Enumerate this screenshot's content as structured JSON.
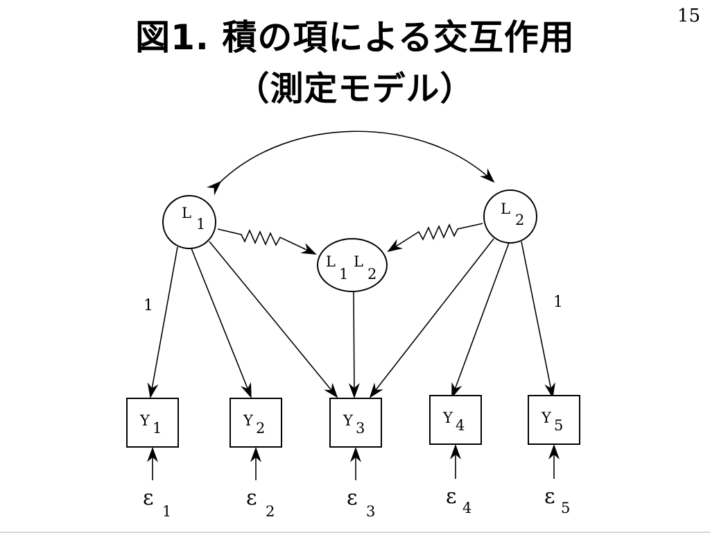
{
  "slide": {
    "title_line1": "図1. 積の項による交互作用",
    "title_line2": "（測定モデル）",
    "page_number": "15"
  },
  "diagram": {
    "latent": [
      {
        "id": "L1",
        "base": "L",
        "sub": "1"
      },
      {
        "id": "L2",
        "base": "L",
        "sub": "2"
      },
      {
        "id": "L1L2",
        "base1": "L",
        "sub1": "1",
        "base2": "L",
        "sub2": "2"
      }
    ],
    "indicators": [
      {
        "id": "Y1",
        "base": "Y",
        "sub": "1"
      },
      {
        "id": "Y2",
        "base": "Y",
        "sub": "2"
      },
      {
        "id": "Y3",
        "base": "Y",
        "sub": "3"
      },
      {
        "id": "Y4",
        "base": "Y",
        "sub": "4"
      },
      {
        "id": "Y5",
        "base": "Y",
        "sub": "5"
      }
    ],
    "errors": [
      {
        "symbol": "ε",
        "sub": "1"
      },
      {
        "symbol": "ε",
        "sub": "2"
      },
      {
        "symbol": "ε",
        "sub": "3"
      },
      {
        "symbol": "ε",
        "sub": "4"
      },
      {
        "symbol": "ε",
        "sub": "5"
      }
    ],
    "path_labels": {
      "L1_Y1": "1",
      "L2_Y5": "1"
    }
  }
}
